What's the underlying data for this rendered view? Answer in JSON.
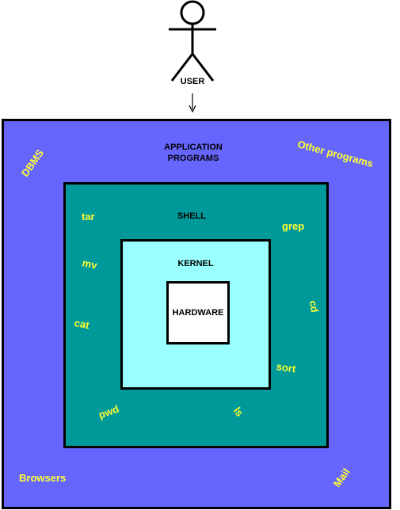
{
  "user": {
    "label": "USER",
    "icon": "stick-figure-icon"
  },
  "layers": {
    "application": {
      "title": "APPLICATION PROGRAMS",
      "color": "#6666ff"
    },
    "shell": {
      "title": "SHELL",
      "color": "#009999"
    },
    "kernel": {
      "title": "KERNEL",
      "color": "#99ffff"
    },
    "hardware": {
      "title": "HARDWARE",
      "color": "#ffffff"
    }
  },
  "application_programs": {
    "dbms": "DBMS",
    "other": "Other programs",
    "browsers": "Browsers",
    "mail": "Mail"
  },
  "shell_commands": {
    "tar": "tar",
    "mv": "mv",
    "cat": "cat",
    "pwd": "pwd",
    "ls": "ls",
    "sort": "sort",
    "cd": "cd",
    "grep": "grep"
  },
  "label_color": "#ffff33"
}
